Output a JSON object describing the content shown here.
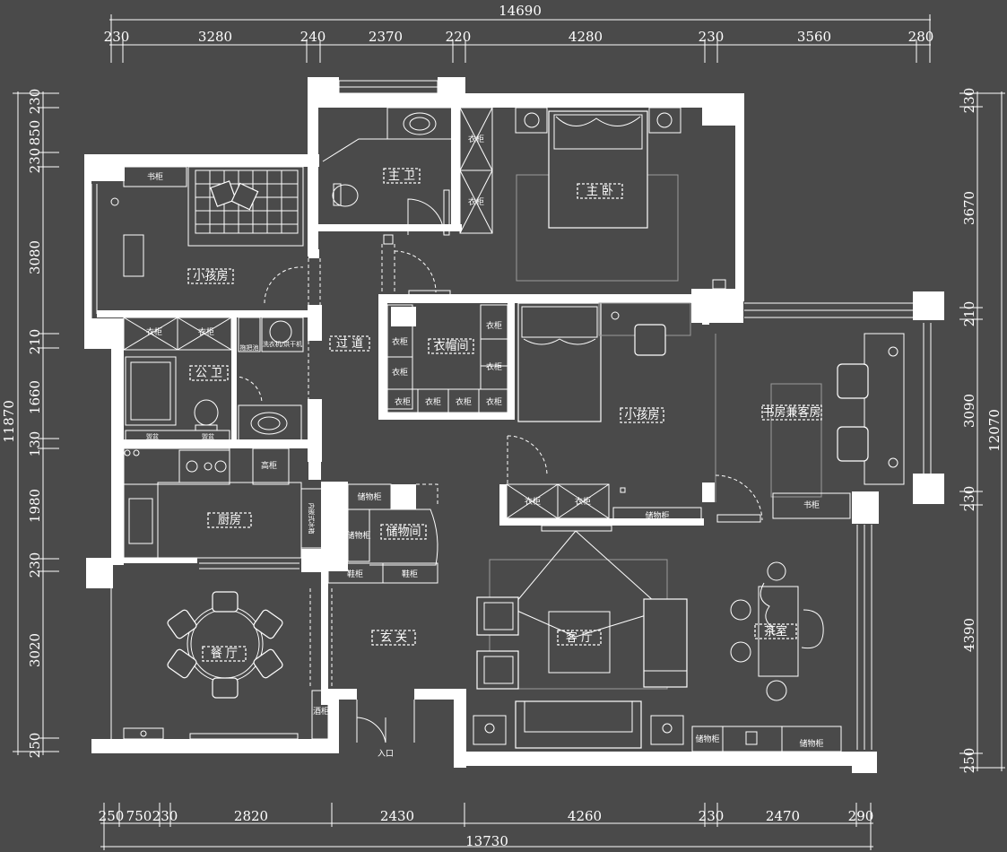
{
  "plan": {
    "top_dims": {
      "total": "14690",
      "segments": [
        "230",
        "3280",
        "240",
        "2370",
        "220",
        "4280",
        "230",
        "3560",
        "280"
      ]
    },
    "bottom_dims": {
      "total": "13730",
      "segments": [
        "250",
        "750",
        "230",
        "2820",
        "2430",
        "4260",
        "230",
        "2470",
        "290"
      ]
    },
    "left_dims": {
      "total": "11870",
      "segments": [
        "230",
        "850",
        "230",
        "3080",
        "210",
        "1660",
        "130",
        "1980",
        "230",
        "3020",
        "250"
      ]
    },
    "right_dims": {
      "total": "12070",
      "segments": [
        "230",
        "3670",
        "210",
        "3090",
        "230",
        "4390",
        "250"
      ]
    },
    "rooms": {
      "master_bath": "主 卫",
      "master_bed": "主 卧",
      "kid_room_1": "小孩房",
      "kid_room_2": "小孩房",
      "corridor": "过 道",
      "cloakroom": "衣帽间",
      "public_bath": "公 卫",
      "study_guest": "书房兼客房",
      "kitchen": "厨房",
      "storage_room": "储物间",
      "foyer": "玄 关",
      "living": "客 厅",
      "dining": "餐 厅",
      "tea_room": "茶室",
      "entrance": "入口"
    },
    "labels": {
      "wardrobe": "衣柜",
      "bookcase": "书柜",
      "storage_cabinet": "储物柜",
      "shoe_cabinet": "鞋柜",
      "high_cabinet": "高柜",
      "wine_cabinet": "酒柜",
      "fridge": "内嵌式冰箱",
      "basin": "盥盆",
      "washer": "洗衣机/烘干机",
      "mop_pool": "拖把池"
    }
  }
}
